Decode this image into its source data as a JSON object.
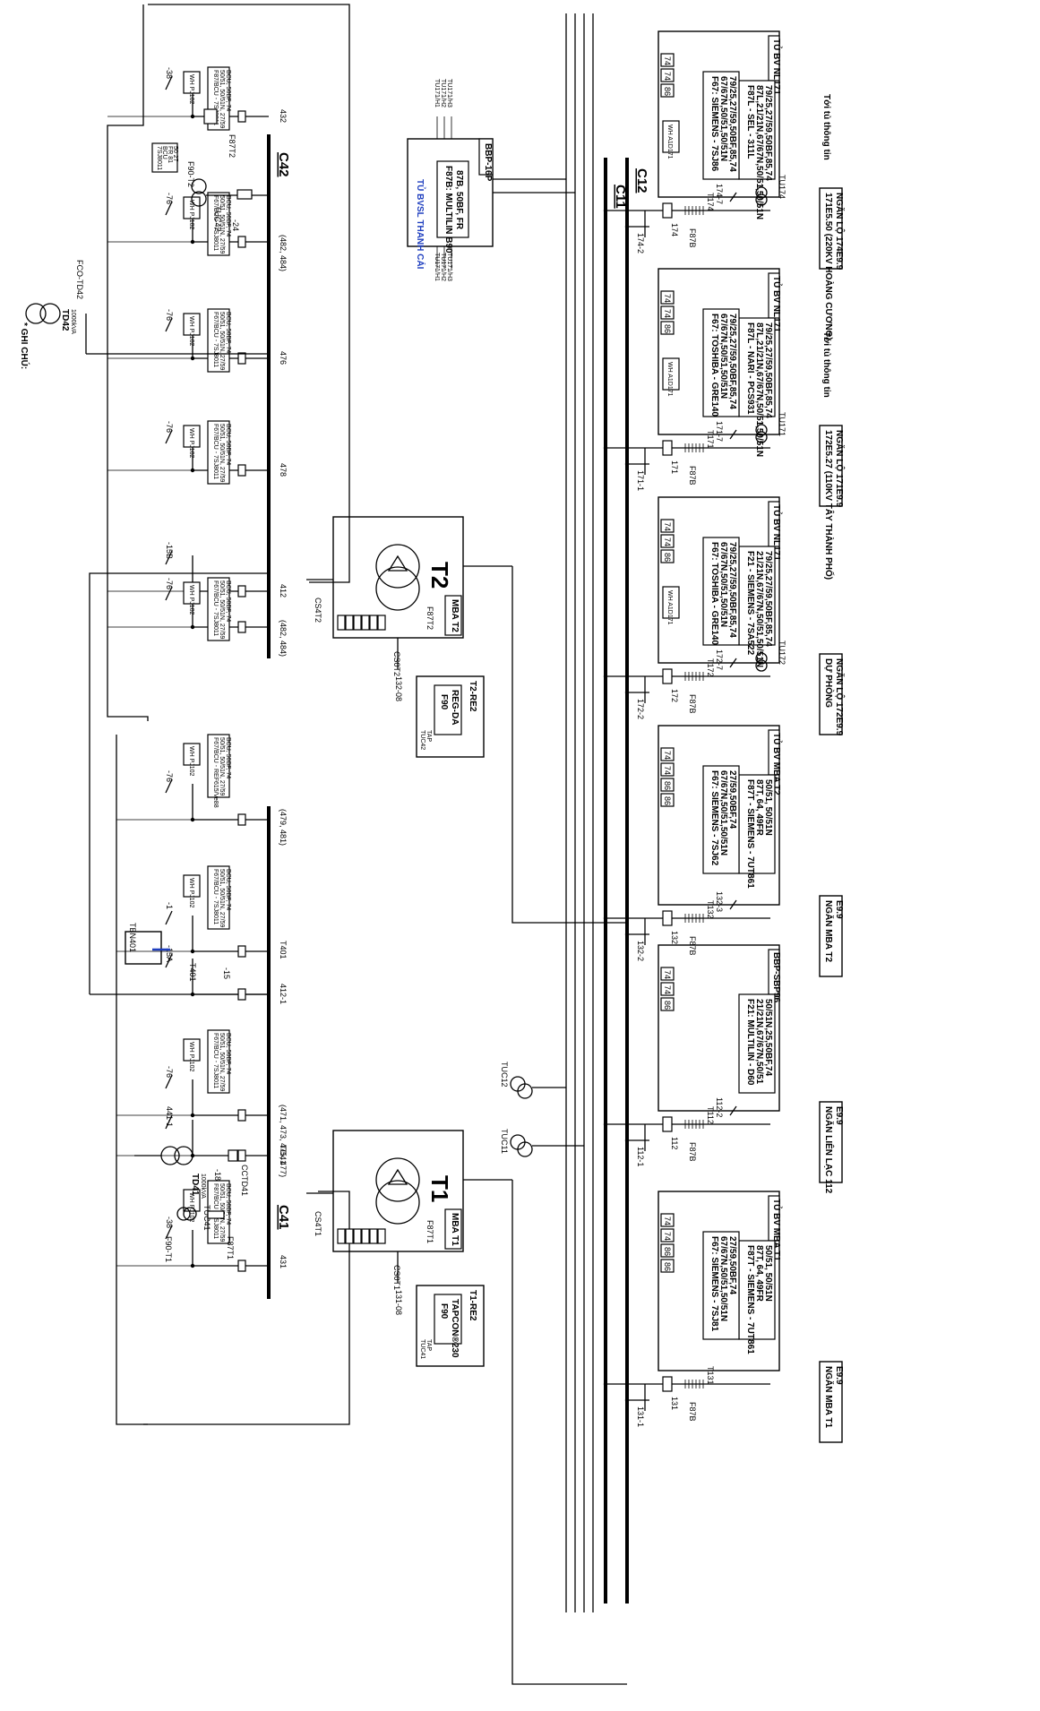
{
  "buses": {
    "c41": "C41",
    "c42": "C42",
    "c11": "C11",
    "c12": "C12"
  },
  "transformers": {
    "t1": "T1",
    "t2": "T2",
    "td41": "TD41",
    "td42": "TD42",
    "td41_rating": "1000kVA",
    "td42_rating": "1000kVA",
    "fco_td42": "FCO-TD42"
  },
  "legend_title": "* GHI CHÚ:",
  "c42_bays": [
    {
      "label": "432",
      "relay": [
        "F87/BCU - 7SJ8011",
        "50/51, 50/51N, 27/59",
        "BCU, 50BF, 74"
      ],
      "wh": "WH PJ102",
      "ds": "-38"
    },
    {
      "label": "(482, 484)",
      "relay": [
        "F67/BCU - 7SJ8011",
        "50/51, 50/51N, 27/59",
        "BCU, 50BF, 74"
      ],
      "wh": "WH PJ102",
      "ds": "-76"
    },
    {
      "label": "476",
      "relay": [
        "F67/BCU - 7SJ8011",
        "50/51, 50/51N, 27/59",
        "BCU, 50BF, 74"
      ],
      "wh": "WH PJ102",
      "ds": "-76"
    },
    {
      "label": "478",
      "relay": [
        "F67/BCU - 7SJ8011",
        "50/51, 50/51N, 27/59",
        "BCU, 50BF, 74"
      ],
      "wh": "WH PJ102",
      "ds": "-76"
    },
    {
      "label": "412",
      "relay": [],
      "wh": "",
      "ds": "-15B"
    },
    {
      "label": "(482, 484)",
      "relay": [
        "F67/BCU - 7SJ8011",
        "50/51, 50/51N, 27/59",
        "BCU, 50BF, 74"
      ],
      "wh": "WH PJ102",
      "ds": "-76"
    }
  ],
  "c42_misc": {
    "tuc42": "TUC42",
    "tu42": "TUC42",
    "ds24": "-24",
    "f90": "F90-T2",
    "relay_f90": [
      "7SJ8011",
      "BCU",
      "FR 81",
      "50 27"
    ],
    "f87t2": "F87T2",
    "cs": "CS4T2"
  },
  "c41_bays": [
    {
      "label": "(479, 481)",
      "relay": [
        "F67/BCU - REF615/Ve88",
        "50/51, 50/51N, 27/59",
        "BCU, 50BF, 74"
      ],
      "wh": "WH PJ102",
      "ds": "-76"
    },
    {
      "label": "T401",
      "relay": [
        "F67/BCU - 7SJ8011",
        "50/51, 50/51N, 27/59",
        "BCU, 50BF, 74"
      ],
      "wh": "WH PJ102",
      "ds": "-1"
    },
    {
      "label": "412-1",
      "relay": [],
      "wh": "",
      "ds": "-15A"
    },
    {
      "label": "(471, 473, 475, 477)",
      "relay": [
        "F67/BCU - 7SJ8011",
        "50/51, 50/51N, 27/59",
        "BCU, 50BF, 74"
      ],
      "wh": "WH PJ102",
      "ds": "-76"
    },
    {
      "label": "TD41",
      "relay": [],
      "wh": "",
      "ds": "441-1"
    },
    {
      "label": "431",
      "relay": [
        "F87/BCU - 7SJ8011",
        "50/51, 50/51N, 27/59",
        "BCU, 50BF, 74"
      ],
      "wh": "WH PJ102",
      "ds": "-38"
    }
  ],
  "c41_misc": {
    "tbn": "TBN401",
    "t401": "T401",
    "th401": "TH401",
    "ds15": "-15",
    "cctd41": "CCTD41",
    "ds18": "-18",
    "tuc41": "TUC41",
    "f90": "F90-T1",
    "f87t1": "F87T1"
  },
  "mba": {
    "t2_box": "MBA T2",
    "t1_box": "MBA T1",
    "t2_cs": "CS4T2",
    "t1_cs": "CS4T1",
    "t2_cs0": "CS0T2",
    "t1_cs0": "CS0T1",
    "t2_ds": "132-08",
    "t1_ds": "131-08",
    "f87t2": "F87T2",
    "f87t1": "F87T1"
  },
  "tap": {
    "t2": {
      "title": "T2-RE2",
      "func": "F90",
      "model": "REG-DA",
      "tap": "TAP",
      "tuc": "TUC42"
    },
    "t1": {
      "title": "T1-RE2",
      "func": "F90",
      "model": "TAPCON®230",
      "tap": "TAP",
      "tuc": "TUC41"
    }
  },
  "bbp": {
    "title": "BBP-16P",
    "func": "F87B: MULTILIN B90",
    "funcs": "87B, 50BF, FR",
    "caption": "TỦ BVSL THANH CÁI",
    "inputs": [
      "TU171/H1",
      "TU171/H2",
      "TU171/H3"
    ],
    "outputs": [
      "TU171/H1",
      "TU171/H2",
      "TU171/H3"
    ]
  },
  "feeders": [
    {
      "id": "174",
      "title": "TỦ BV NL171",
      "f1": [
        "F87L - SEL - 311L",
        "87L,21/21N,67/67N,50/51,50/51N",
        "79/25,27/59,50BF,85,74"
      ],
      "f2": [
        "F67: SIEMENS - 7SJ86",
        "67/67N,50/51,50/51N",
        "79/25,27/59,50BF,85,74"
      ],
      "keys": [
        "74",
        "74",
        "86"
      ],
      "wh": "WH A1D171",
      "tu": "TU174",
      "t": "T174",
      "ds_top": "174-7",
      "ds_bus": "174-2",
      "cb": "174",
      "right1": "Tới tủ thông tin",
      "right2": "171E5.50 (220KV HOÀNG CƯƠNG)",
      "right3": "NGĂN LỘ 174E9.9"
    },
    {
      "id": "171",
      "title": "TỦ BV NL171",
      "f1": [
        "F87L - NARI - PCS931",
        "87L,21/21N,67/67N,50/51,50/51N",
        "79/25,27/59,50BF,85,74"
      ],
      "f2": [
        "F67: TOSHIBA - GRE140",
        "67/67N,50/51,50/51N",
        "79/25,27/59,50BF,85,74"
      ],
      "keys": [
        "74",
        "74",
        "86"
      ],
      "wh": "WH A1D171",
      "tu": "TU171",
      "t": "T171",
      "ds_top": "171-7",
      "ds_bus": "171-1",
      "cb": "171",
      "right1": "Tới tủ thông tin",
      "right2": "172E5.27 (110KV TÂY THÀNH PHỐ)",
      "right3": "NGĂN LỘ 171E9.9"
    },
    {
      "id": "172",
      "title": "TỦ BV NL171",
      "f1": [
        "F21 - SIEMENS - 7SA522",
        "21/21N,67/67N,50/51,50/51N",
        "79/25,27/59,50BF,85,74"
      ],
      "f2": [
        "F67: TOSHIBA - GRE140",
        "67/67N,50/51,50/51N",
        "79/25,27/59,50BF,85,74"
      ],
      "keys": [
        "74",
        "74",
        "86"
      ],
      "wh": "WH A1D171",
      "tu": "TU172",
      "t": "T172",
      "ds_top": "172-7",
      "ds_bus": "172-2",
      "cb": "172",
      "right1": "",
      "right2": "DỰ PHÒNG",
      "right3": "NGĂN LỘ 172E9.9"
    },
    {
      "id": "132",
      "title": "TỦ BV MBA T2",
      "f1": [
        "F87T - SIEMENS - 7UT861",
        "87T, 64, 49FR",
        "50/51, 50/51N"
      ],
      "f2": [
        "F67: SIEMENS - 7SJ62",
        "67/67N,50/51,50/51N",
        "27/59,50BF,74"
      ],
      "keys": [
        "74",
        "74",
        "86",
        "86"
      ],
      "wh": "",
      "tu": "",
      "t": "T132",
      "ds_top": "132-3",
      "ds_bus": "132-2",
      "cb": "132",
      "right1": "",
      "right2": "NGĂN MBA T2",
      "right3": "E9.9"
    },
    {
      "id": "112",
      "title": "BBP-SBP96",
      "f1": [
        "F21: MULTILIN - D60",
        "21/21N,67/67N,50/51",
        "50/51N,25,50BF,74"
      ],
      "f2": [],
      "keys": [
        "74",
        "74",
        "86"
      ],
      "wh": "",
      "tu": "",
      "t": "T112",
      "ds_top": "112-2",
      "ds_bus": "112-1",
      "cb": "112",
      "right1": "",
      "right2": "NGĂN LIÊN LẠC 112",
      "right3": "E9.9"
    },
    {
      "id": "131",
      "title": "TỦ BV MBA T1",
      "f1": [
        "F87T - SIEMENS - 7UT861",
        "87T, 64, 49FR",
        "50/51, 50/51N"
      ],
      "f2": [
        "F67: SIEMENS - 7SJ81",
        "67/67N,50/51,50/51N",
        "27/59,50BF,74"
      ],
      "keys": [
        "74",
        "74",
        "86",
        "86"
      ],
      "wh": "",
      "tu": "",
      "t": "T131",
      "ds_top": "",
      "ds_bus": "131-1",
      "cb": "131",
      "right1": "",
      "right2": "NGĂN MBA T1",
      "right3": "E9.9"
    }
  ],
  "tuc": {
    "tuc12": "TUC12",
    "tuc11": "TUC11"
  },
  "f87b": "F87B"
}
